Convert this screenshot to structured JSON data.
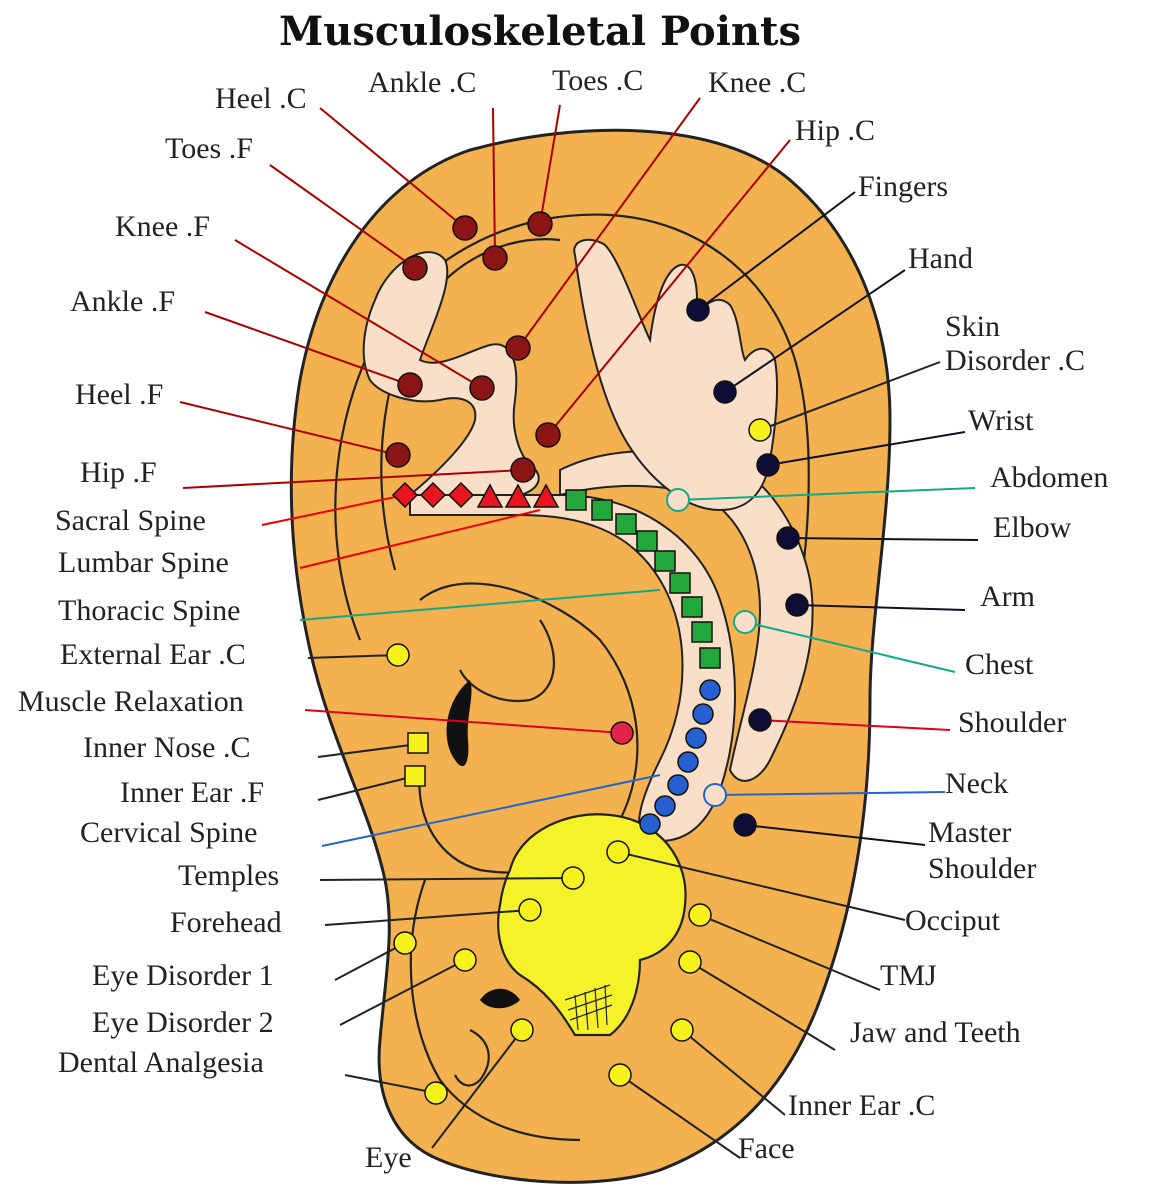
{
  "title": "Musculoskeletal Points",
  "colors": {
    "ear": "#f4b14f",
    "skin": "#f9dfc8",
    "skull": "#f5f22a",
    "foot_points": "#8b1414",
    "hand_points": "#0d0d35",
    "spine_sacral": "#e8141e",
    "spine_thoracic": "#22a83a",
    "spine_cervical": "#2460d0",
    "head_points": "#f7f21c",
    "muscle_relaxation": "#e0244a"
  },
  "labels": {
    "heel_c": "Heel .C",
    "ankle_c": "Ankle .C",
    "toes_c": "Toes .C",
    "knee_c": "Knee .C",
    "hip_c": "Hip .C",
    "toes_f": "Toes .F",
    "knee_f": "Knee .F",
    "ankle_f": "Ankle .F",
    "heel_f": "Heel .F",
    "hip_f": "Hip .F",
    "sacral_spine": "Sacral Spine",
    "lumbar_spine": "Lumbar Spine",
    "thoracic_spine": "Thoracic Spine",
    "external_ear_c": "External Ear .C",
    "muscle_relaxation": "Muscle Relaxation",
    "inner_nose_c": "Inner Nose .C",
    "inner_ear_f": "Inner Ear .F",
    "cervical_spine": "Cervical Spine",
    "temples": "Temples",
    "forehead": "Forehead",
    "eye_disorder_1": "Eye Disorder 1",
    "eye_disorder_2": "Eye Disorder 2",
    "dental_analgesia": "Dental Analgesia",
    "eye": "Eye",
    "fingers": "Fingers",
    "hand": "Hand",
    "skin_disorder_c_line1": "Skin",
    "skin_disorder_c_line2": "Disorder .C",
    "wrist": "Wrist",
    "abdomen": "Abdomen",
    "elbow": "Elbow",
    "arm": "Arm",
    "chest": "Chest",
    "shoulder": "Shoulder",
    "neck": "Neck",
    "master_shoulder_line1": "Master",
    "master_shoulder_line2": "Shoulder",
    "occiput": "Occiput",
    "tmj": "TMJ",
    "jaw_and_teeth": "Jaw and Teeth",
    "inner_ear_c": "Inner Ear .C",
    "face": "Face"
  }
}
